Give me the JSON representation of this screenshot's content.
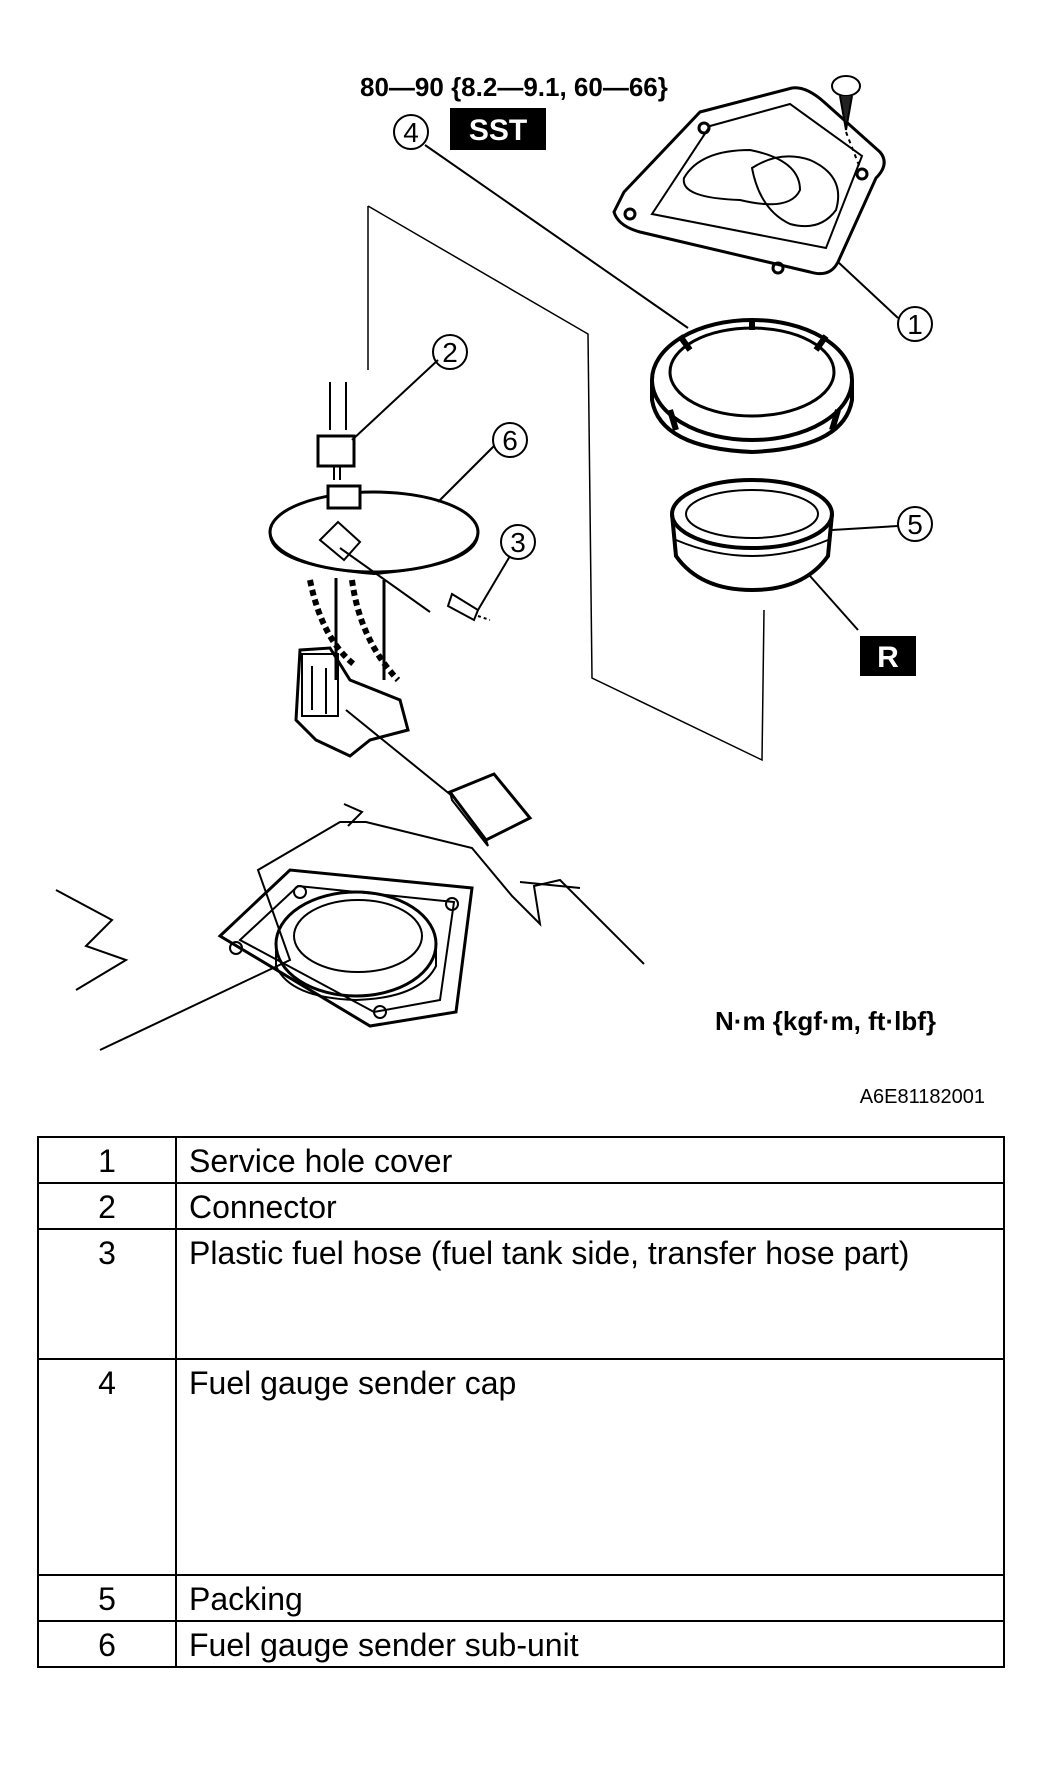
{
  "diagram": {
    "torque_spec": "80—90 {8.2—9.1, 60—66}",
    "sst_badge": "SST",
    "r_badge": "R",
    "units_note": "N·m {kgf·m, ft·lbf}",
    "figure_code": "A6E81182001",
    "callouts": [
      "1",
      "2",
      "3",
      "4",
      "5",
      "6"
    ]
  },
  "parts": [
    {
      "no": "1",
      "name": "Service hole cover"
    },
    {
      "no": "2",
      "name": "Connector"
    },
    {
      "no": "3",
      "name": "Plastic fuel hose (fuel tank side, transfer hose part)"
    },
    {
      "no": "4",
      "name": "Fuel gauge sender cap"
    },
    {
      "no": "5",
      "name": "Packing"
    },
    {
      "no": "6",
      "name": "Fuel gauge sender sub-unit"
    }
  ]
}
